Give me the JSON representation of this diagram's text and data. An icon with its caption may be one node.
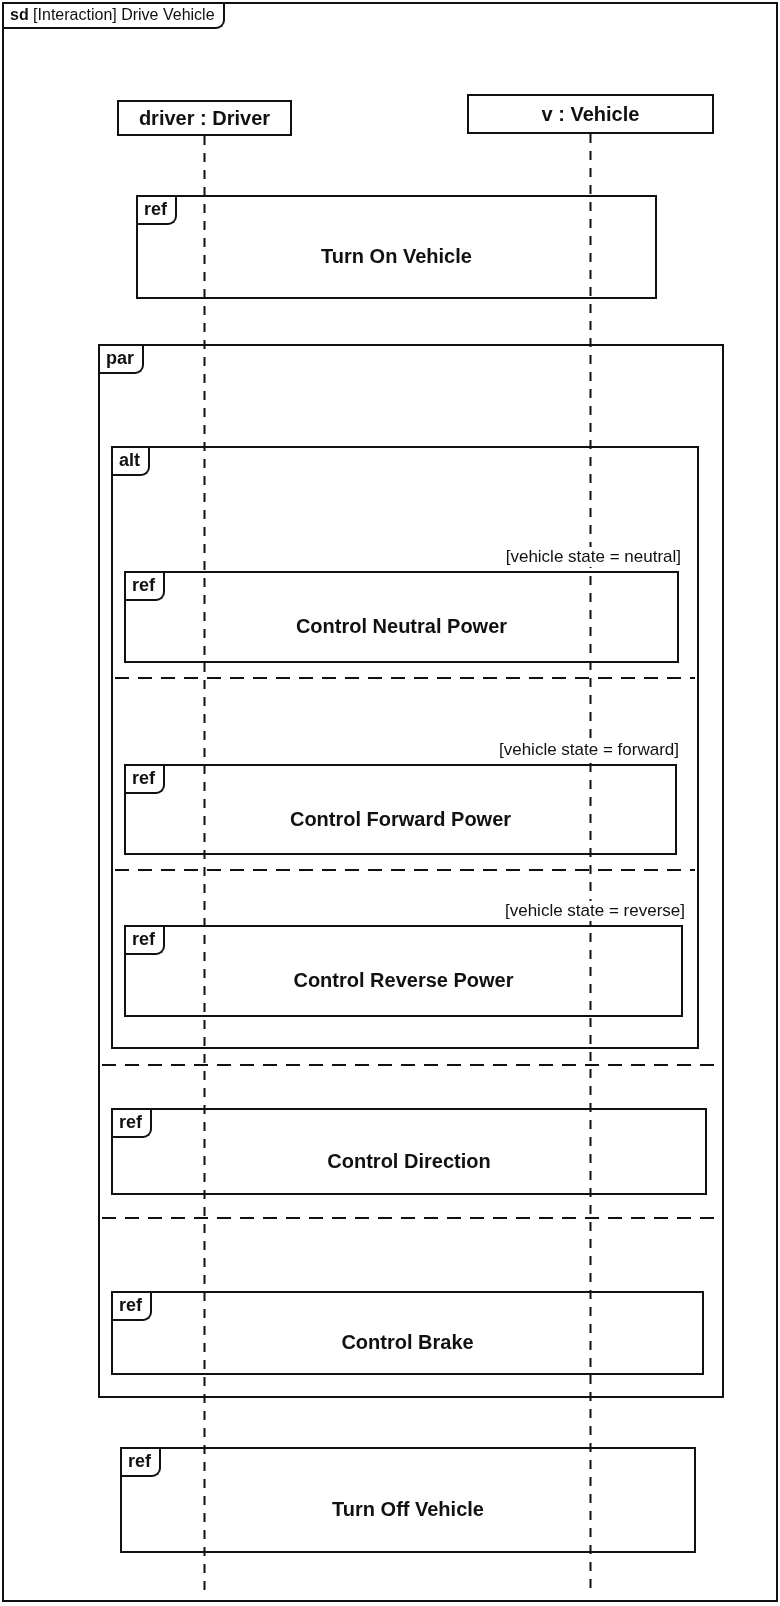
{
  "diagram": {
    "nodes": [
      {
        "text": [
          "**sd** [Interaction] Drive Vehicle"
        ]
      },
      {
        "text": [
          "driver : Driver"
        ],
        "in": 0
      },
      {
        "text": [
          "v : Vehicle"
        ],
        "in": 0
      },
      {
        "text": [
          "ref",
          "Turn On Vehicle"
        ],
        "in": 0
      },
      {
        "text": [
          "par"
        ],
        "in": 0
      },
      {
        "text": [
          "alt"
        ],
        "in": 4
      },
      {
        "text": [
          "ref",
          "Control Neutral Power"
        ],
        "in": 5,
        "beside": [
          "[vehicle state = neutral]"
        ]
      },
      {
        "text": [
          "ref",
          "Control Forward Power"
        ],
        "in": 5,
        "beside": [
          "[vehicle state = forward]"
        ]
      },
      {
        "text": [
          "ref",
          "Control Reverse Power"
        ],
        "in": 5,
        "beside": [
          "[vehicle state = reverse]"
        ]
      },
      {
        "text": [
          "ref",
          "Control Direction"
        ],
        "in": 4
      },
      {
        "text": [
          "ref",
          "Control Brake"
        ],
        "in": 4
      },
      {
        "text": [
          "ref",
          "Turn Off Vehicle"
        ],
        "in": 0
      }
    ],
    "edges": [
      {
        "from": 1,
        "to": null,
        "arrow": "none",
        "style": "dashed"
      },
      {
        "from": 2,
        "to": null,
        "arrow": "none",
        "style": "dashed"
      }
    ]
  }
}
